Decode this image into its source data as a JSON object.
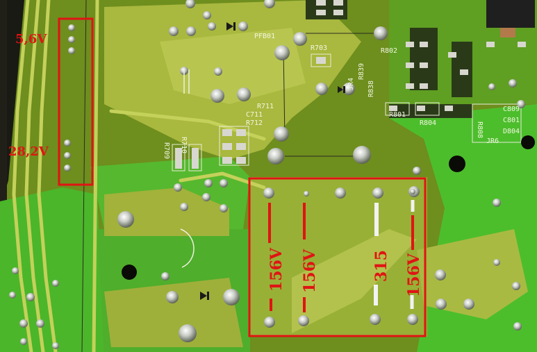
{
  "annotations": {
    "left_top_label": "5,6V",
    "left_bottom_label": "28,2V",
    "right_labels": [
      "156V",
      "156V",
      "315",
      "156V"
    ]
  },
  "silkscreen": {
    "pfb01": "PFB01",
    "r703": "R703",
    "r802": "R802",
    "r839": "R839",
    "r838": "R838",
    "jr4": "JR4",
    "r801": "R801",
    "r804": "R804",
    "c711": "C711",
    "r711": "R711",
    "r712": "R712",
    "r709": "R709",
    "r710": "R710",
    "c801": "C801",
    "c809": "C809",
    "jr6": "JR6",
    "d804": "D804",
    "r808": "R808"
  },
  "colors": {
    "board_base": "#6a8a1c",
    "board_light": "#7f9c24",
    "copper_area": "#9cb43a",
    "trace": "#b8c750",
    "bright_green": "#4fc12a",
    "annotation_red": "#e01414"
  }
}
